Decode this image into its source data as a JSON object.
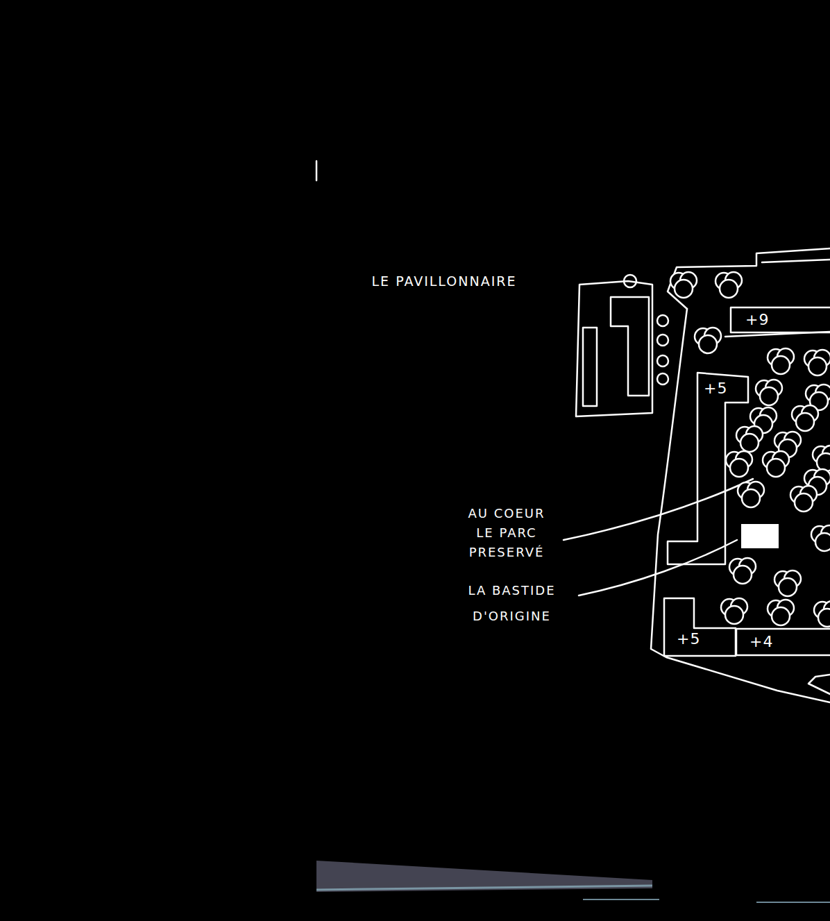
{
  "diagram": {
    "nodes": [
      {
        "text": [
          "+9"
        ]
      },
      {
        "text": [
          "+5"
        ]
      },
      {
        "text": [
          "+5"
        ]
      },
      {
        "text": [
          "+4"
        ]
      }
    ],
    "labels": [
      "LE PAVILLONNAIRE",
      "AU COEUR LE PARC PRESERVÉ",
      "LA BASTIDE D'ORIGINE"
    ]
  }
}
